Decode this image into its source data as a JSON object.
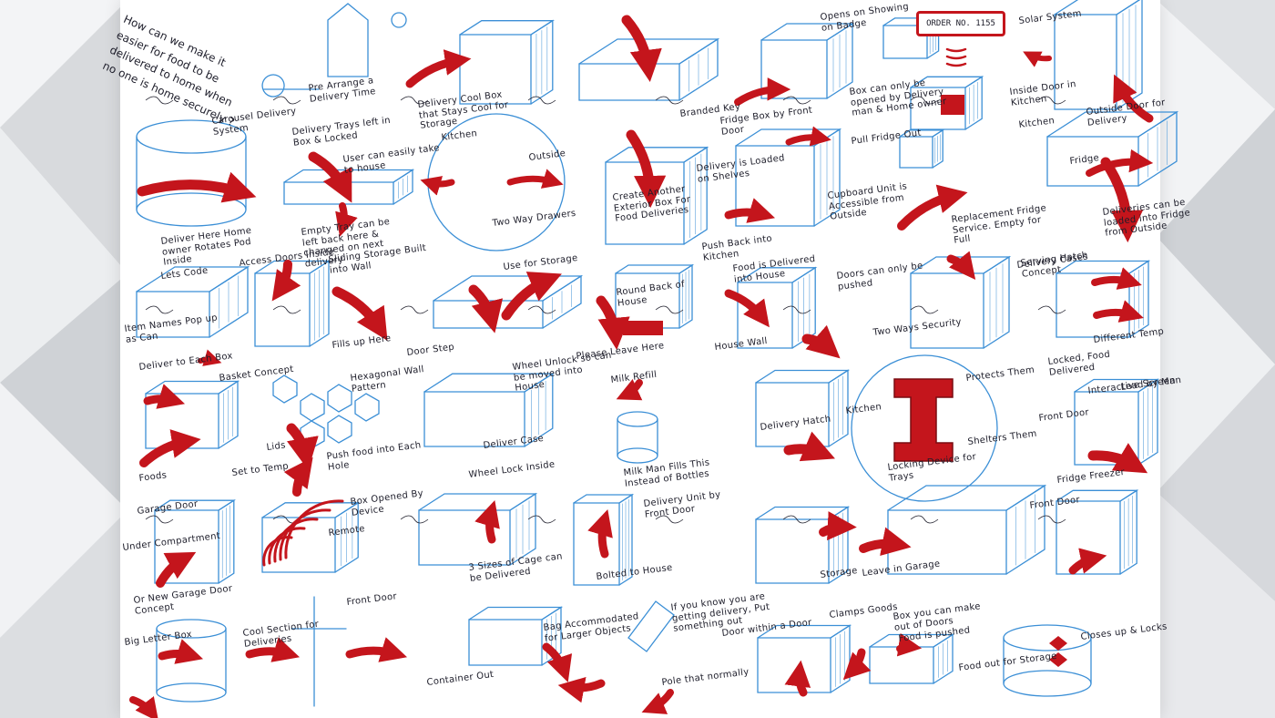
{
  "sheet": {
    "title_note": "How can we make it easier for food to be delivered to home when no one is home securely ?",
    "order_tag": "ORDER NO. 1155",
    "colors": {
      "sketch_blue": "#3b8fd6",
      "marker_red": "#c4151c",
      "ink": "#1d1d2a"
    }
  },
  "notes": [
    "Pre Arrange a Delivery Time",
    "Delivery Cool Box that Stays Cool for Storage",
    "Branded Key",
    "Fridge Box by Front Door",
    "Opens on Showing on Badge",
    "Box can only be opened by Delivery man & Home owner",
    "Outside Door for Delivery",
    "Inside Door in Kitchen",
    "Solar System",
    "Carousel Delivery System",
    "Delivery Trays left in Box & Locked",
    "User can easily take to house",
    "Empty Tray can be left back here & changed on next delivery",
    "Deliver Here Home owner Rotates Pod Inside",
    "Kitchen",
    "Outside",
    "Two Way Drawers",
    "Create Another Exterior Box For Food Deliveries",
    "Delivery is Loaded on Shelves",
    "Push Back into Kitchen",
    "Cupboard Unit is Accessible from Outside",
    "Pull Fridge Out",
    "Replacement Fridge Service. Empty for Full",
    "Fridge",
    "Deliveries can be loaded into Fridge from Outside",
    "Kitchen",
    "Lets Code",
    "Access Doors Inside",
    "Sliding Storage Built into Wall",
    "Item Names Pop up as Can",
    "Fills up Here",
    "Door Step",
    "Use for Storage",
    "Round Back of House",
    "Please Leave Here",
    "Food is Delivered into House",
    "Doors can only be pushed",
    "House Wall",
    "Delivery Cases",
    "Two Ways Security",
    "Serving Hatch Concept",
    "Different Temp",
    "Locked, Food Delivered",
    "Deliver to Each Box",
    "Basket Concept",
    "Hexagonal Wall Pattern",
    "Lids",
    "Push food into Each Hole",
    "Set to Temp",
    "Foods",
    "Wheel Unlock so can be moved into House",
    "Deliver Case",
    "Wheel Lock Inside",
    "Milk Refill",
    "Milk Man Fills This Instead of Bottles",
    "Delivery Hatch",
    "Kitchen",
    "Protects Them",
    "Shelters Them",
    "Locking Device for Trays",
    "Front Door",
    "Interactive Screen",
    "Lead by Man",
    "Fridge Freezer",
    "Garage Door",
    "Under Compartment",
    "Or New Garage Door Concept",
    "Box Opened By Device",
    "Remote",
    "3 Sizes of Cage can be Delivered",
    "Delivery Unit by Front Door",
    "Bolted to House",
    "Storage",
    "Leave in Garage",
    "Front Door",
    "Big Letter Box",
    "Cool Section for Deliveries",
    "Front Door",
    "Bag Accommodated for Larger Objects",
    "Container Out",
    "If you know you are getting delivery, Put something out",
    "Pole that normally",
    "Door within a Door",
    "Box you can make out of Doors",
    "Food is pushed",
    "Food out for Storage",
    "Closes up & Locks",
    "Clamps Goods"
  ]
}
